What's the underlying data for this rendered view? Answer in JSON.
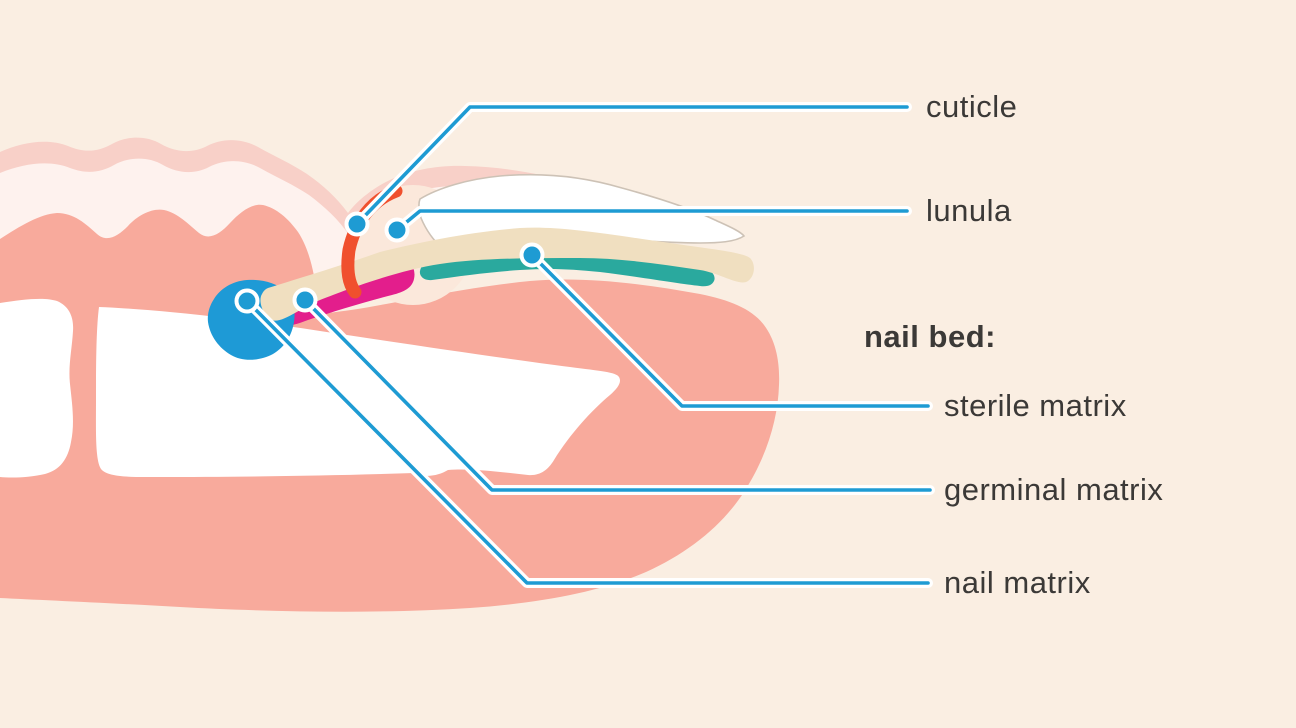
{
  "figure": {
    "type": "anatomical-diagram",
    "subject": "Cross-section of a fingertip showing fingernail anatomy"
  },
  "labels": {
    "cuticle": "cuticle",
    "lunula": "lunula",
    "nail_bed_heading": "nail bed:",
    "sterile_matrix": "sterile matrix",
    "germinal_matrix": "germinal matrix",
    "nail_matrix": "nail matrix"
  },
  "parts": [
    {
      "name": "cuticle",
      "color": "#F0502E"
    },
    {
      "name": "lunula",
      "color": "#FBE8DB"
    },
    {
      "name": "sterile matrix",
      "group": "nail bed",
      "color": "#2AA99E"
    },
    {
      "name": "germinal matrix",
      "group": "nail bed",
      "color": "#E31E8C"
    },
    {
      "name": "nail matrix",
      "color": "#1E9AD6"
    }
  ],
  "colors": {
    "background": "#FAEEE2",
    "skin": "#F8AA9C",
    "skin_light": "#F8D0C8",
    "skin_pale": "#FEF2EE",
    "bone": "#FFFFFF",
    "nail_plate": "#FFFFFF",
    "nail_outline": "#CDC2B6",
    "nail_bed_plate": "#F0DFC0",
    "lunula_area": "#FBE8DB",
    "cuticle": "#F0502E",
    "sterile_matrix": "#2AA99E",
    "germinal_matrix": "#E31E8C",
    "nail_matrix": "#1E9AD6",
    "leader_line": "#1E9BD3",
    "label_text": "#3B3937"
  }
}
